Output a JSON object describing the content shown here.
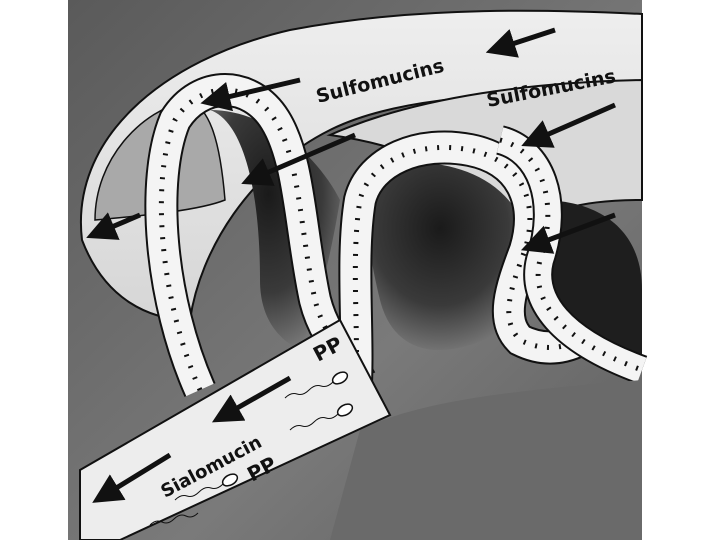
{
  "labels": {
    "sulfomucins_upper": "Sulfomucins",
    "sulfomucins_lower": "Sulfomucins",
    "sialomucin": "Sialomucin",
    "pp_upper": "PP",
    "pp_lower": "PP"
  },
  "icons": {
    "flow_arrow": "arrow-icon",
    "sperm": "sperm-icon"
  },
  "colors": {
    "background": "#6e6e6e",
    "mucus_sheet": "#e4e4e4",
    "epithelium": "#f4f4f4",
    "crypt_shadow": "#141414",
    "outline": "#111111"
  }
}
